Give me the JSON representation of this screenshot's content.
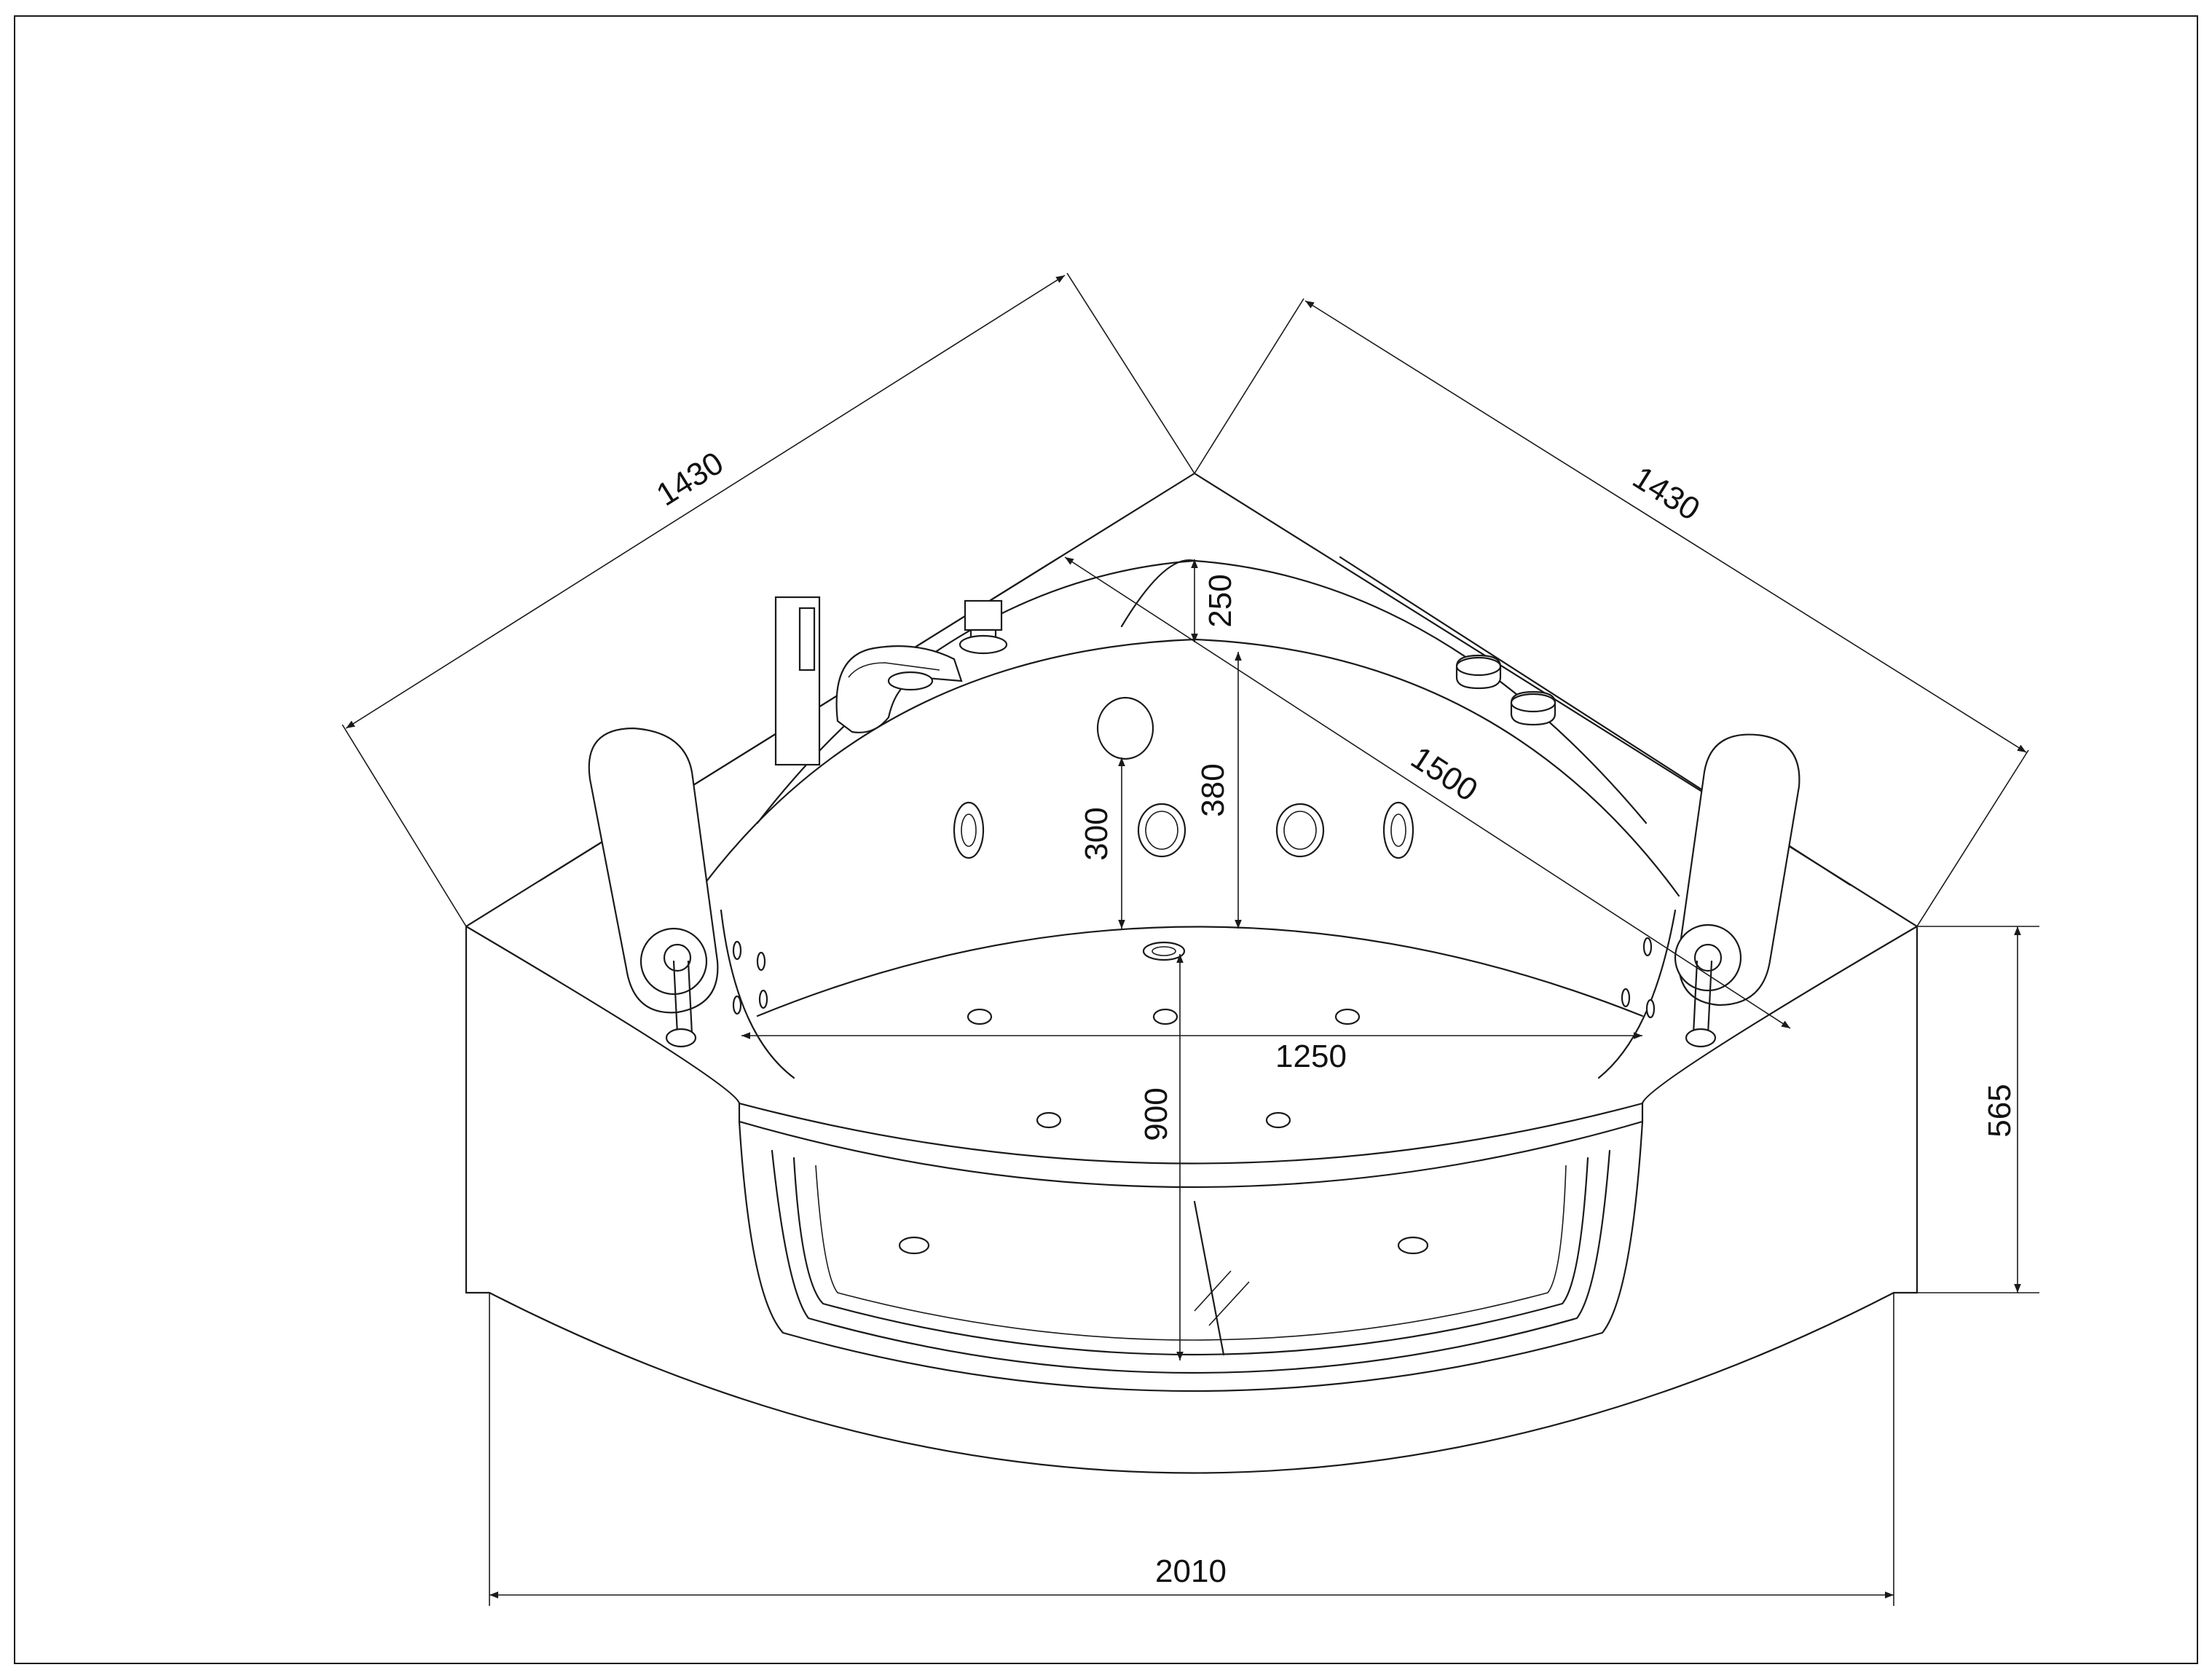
{
  "dimensions": {
    "left_side": "1430",
    "right_side": "1430",
    "diagonal": "1500",
    "back_deck": "250",
    "inner_depth": "380",
    "jet_height": "300",
    "inner_width": "1250",
    "front_depth": "900",
    "apron_height": "565",
    "overall_width": "2010"
  }
}
